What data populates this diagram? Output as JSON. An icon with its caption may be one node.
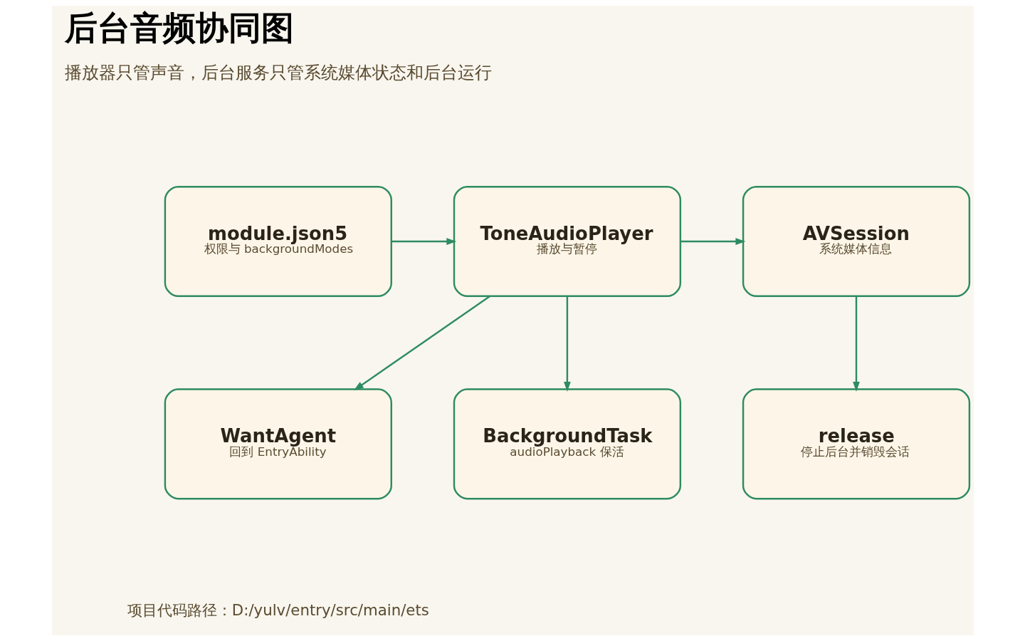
{
  "diagram": {
    "title": "后台音频协同图",
    "nodes": [
      {
        "text": [
          "module.json5",
          "权限与 backgroundModes"
        ]
      },
      {
        "text": [
          "ToneAudioPlayer",
          "播放与暂停"
        ]
      },
      {
        "text": [
          "AVSession",
          "系统媒体信息"
        ]
      },
      {
        "text": [
          "WantAgent",
          "回到 EntryAbility"
        ]
      },
      {
        "text": [
          "BackgroundTask",
          "audioPlayback 保活"
        ]
      },
      {
        "text": [
          "release",
          "停止后台并销毁会话"
        ]
      }
    ],
    "edges": [
      {
        "from": 0,
        "to": 1,
        "arrow": "to"
      },
      {
        "from": 1,
        "to": 2,
        "arrow": "to"
      },
      {
        "from": 1,
        "to": 3,
        "arrow": "to"
      },
      {
        "from": 1,
        "to": 4,
        "arrow": "to"
      },
      {
        "from": 2,
        "to": 5,
        "arrow": "to"
      }
    ],
    "labels": [
      "播放器只管声音，后台服务只管系统媒体状态和后台运行",
      "项目代码路径：D:/yulv/entry/src/main/ets"
    ]
  }
}
